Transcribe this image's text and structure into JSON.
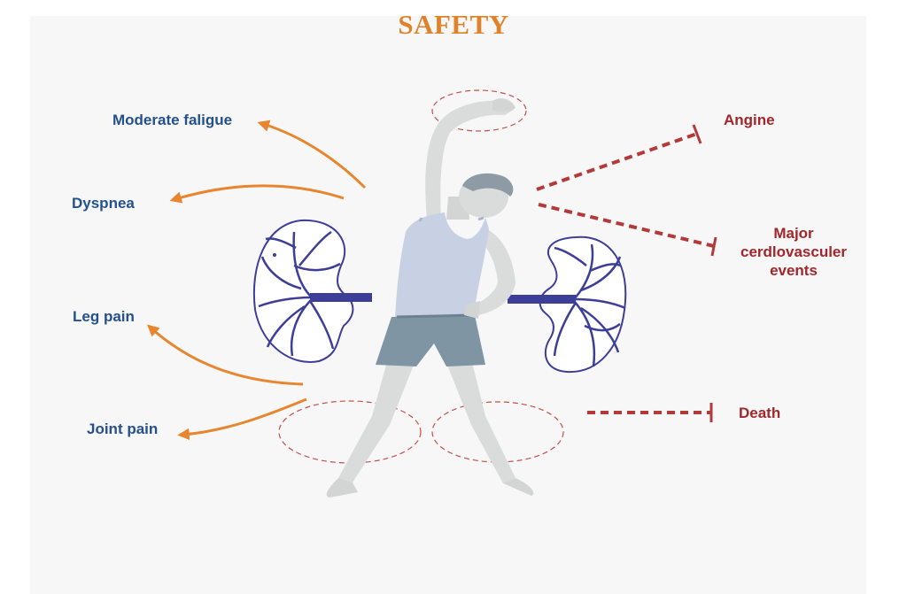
{
  "title": "SAFETY",
  "colors": {
    "title": "#e0822a",
    "adverse_label": "#24508e",
    "adverse_arrow": "#e8862f",
    "cardio_label": "#a3262a",
    "cardio_dash": "#b43a3a",
    "kidney": "#3d3e97",
    "figure_skin": "#d9dcdb",
    "tank_top": "#c7d1e3",
    "shorts": "#7f95a4"
  },
  "left_effects": [
    {
      "label": "Moderate faligue"
    },
    {
      "label": "Dyspnea"
    },
    {
      "label": "Leg pain"
    },
    {
      "label": "Joint pain"
    }
  ],
  "right_effects": [
    {
      "label": "Angine"
    },
    {
      "label": "Major cerdlovasculer events"
    },
    {
      "label": "Death"
    }
  ]
}
